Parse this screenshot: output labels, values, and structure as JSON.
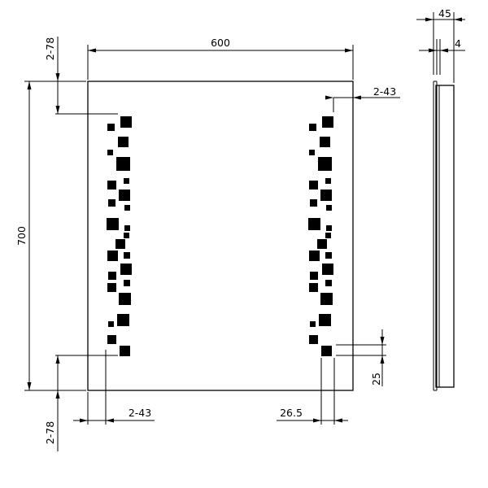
{
  "labels": {
    "width": "600",
    "height": "700",
    "depth": "45",
    "glass": "4",
    "top_offset": "2-78",
    "bottom_offset": "2-78",
    "right_top_offset": "2-43",
    "left_bottom_offset": "2-43",
    "right_bottom_offset": "26.5",
    "bottom_gap": "25"
  },
  "pattern": {
    "columns": [
      "left",
      "right"
    ]
  }
}
